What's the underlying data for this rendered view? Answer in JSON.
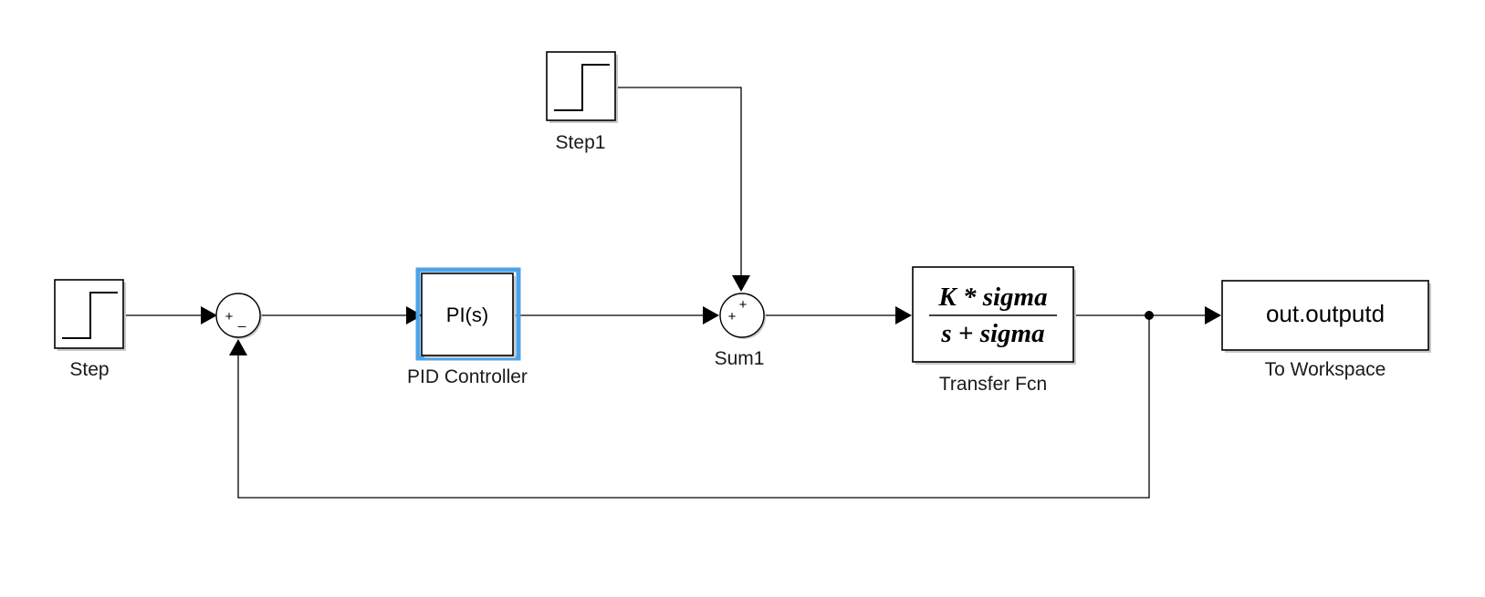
{
  "blocks": {
    "step": {
      "label": "Step"
    },
    "step1": {
      "label": "Step1"
    },
    "sum0": {
      "signs": [
        "+",
        "_"
      ]
    },
    "pid": {
      "content": "PI(s)",
      "label": "PID Controller",
      "selected_color": "#4da3e8"
    },
    "sum1": {
      "label": "Sum1",
      "signs": [
        "+",
        "+"
      ]
    },
    "transfer_fcn": {
      "numerator": "K * sigma",
      "denominator": "s + sigma",
      "label": "Transfer Fcn"
    },
    "to_workspace": {
      "content": "out.outputd",
      "label": "To Workspace"
    }
  }
}
